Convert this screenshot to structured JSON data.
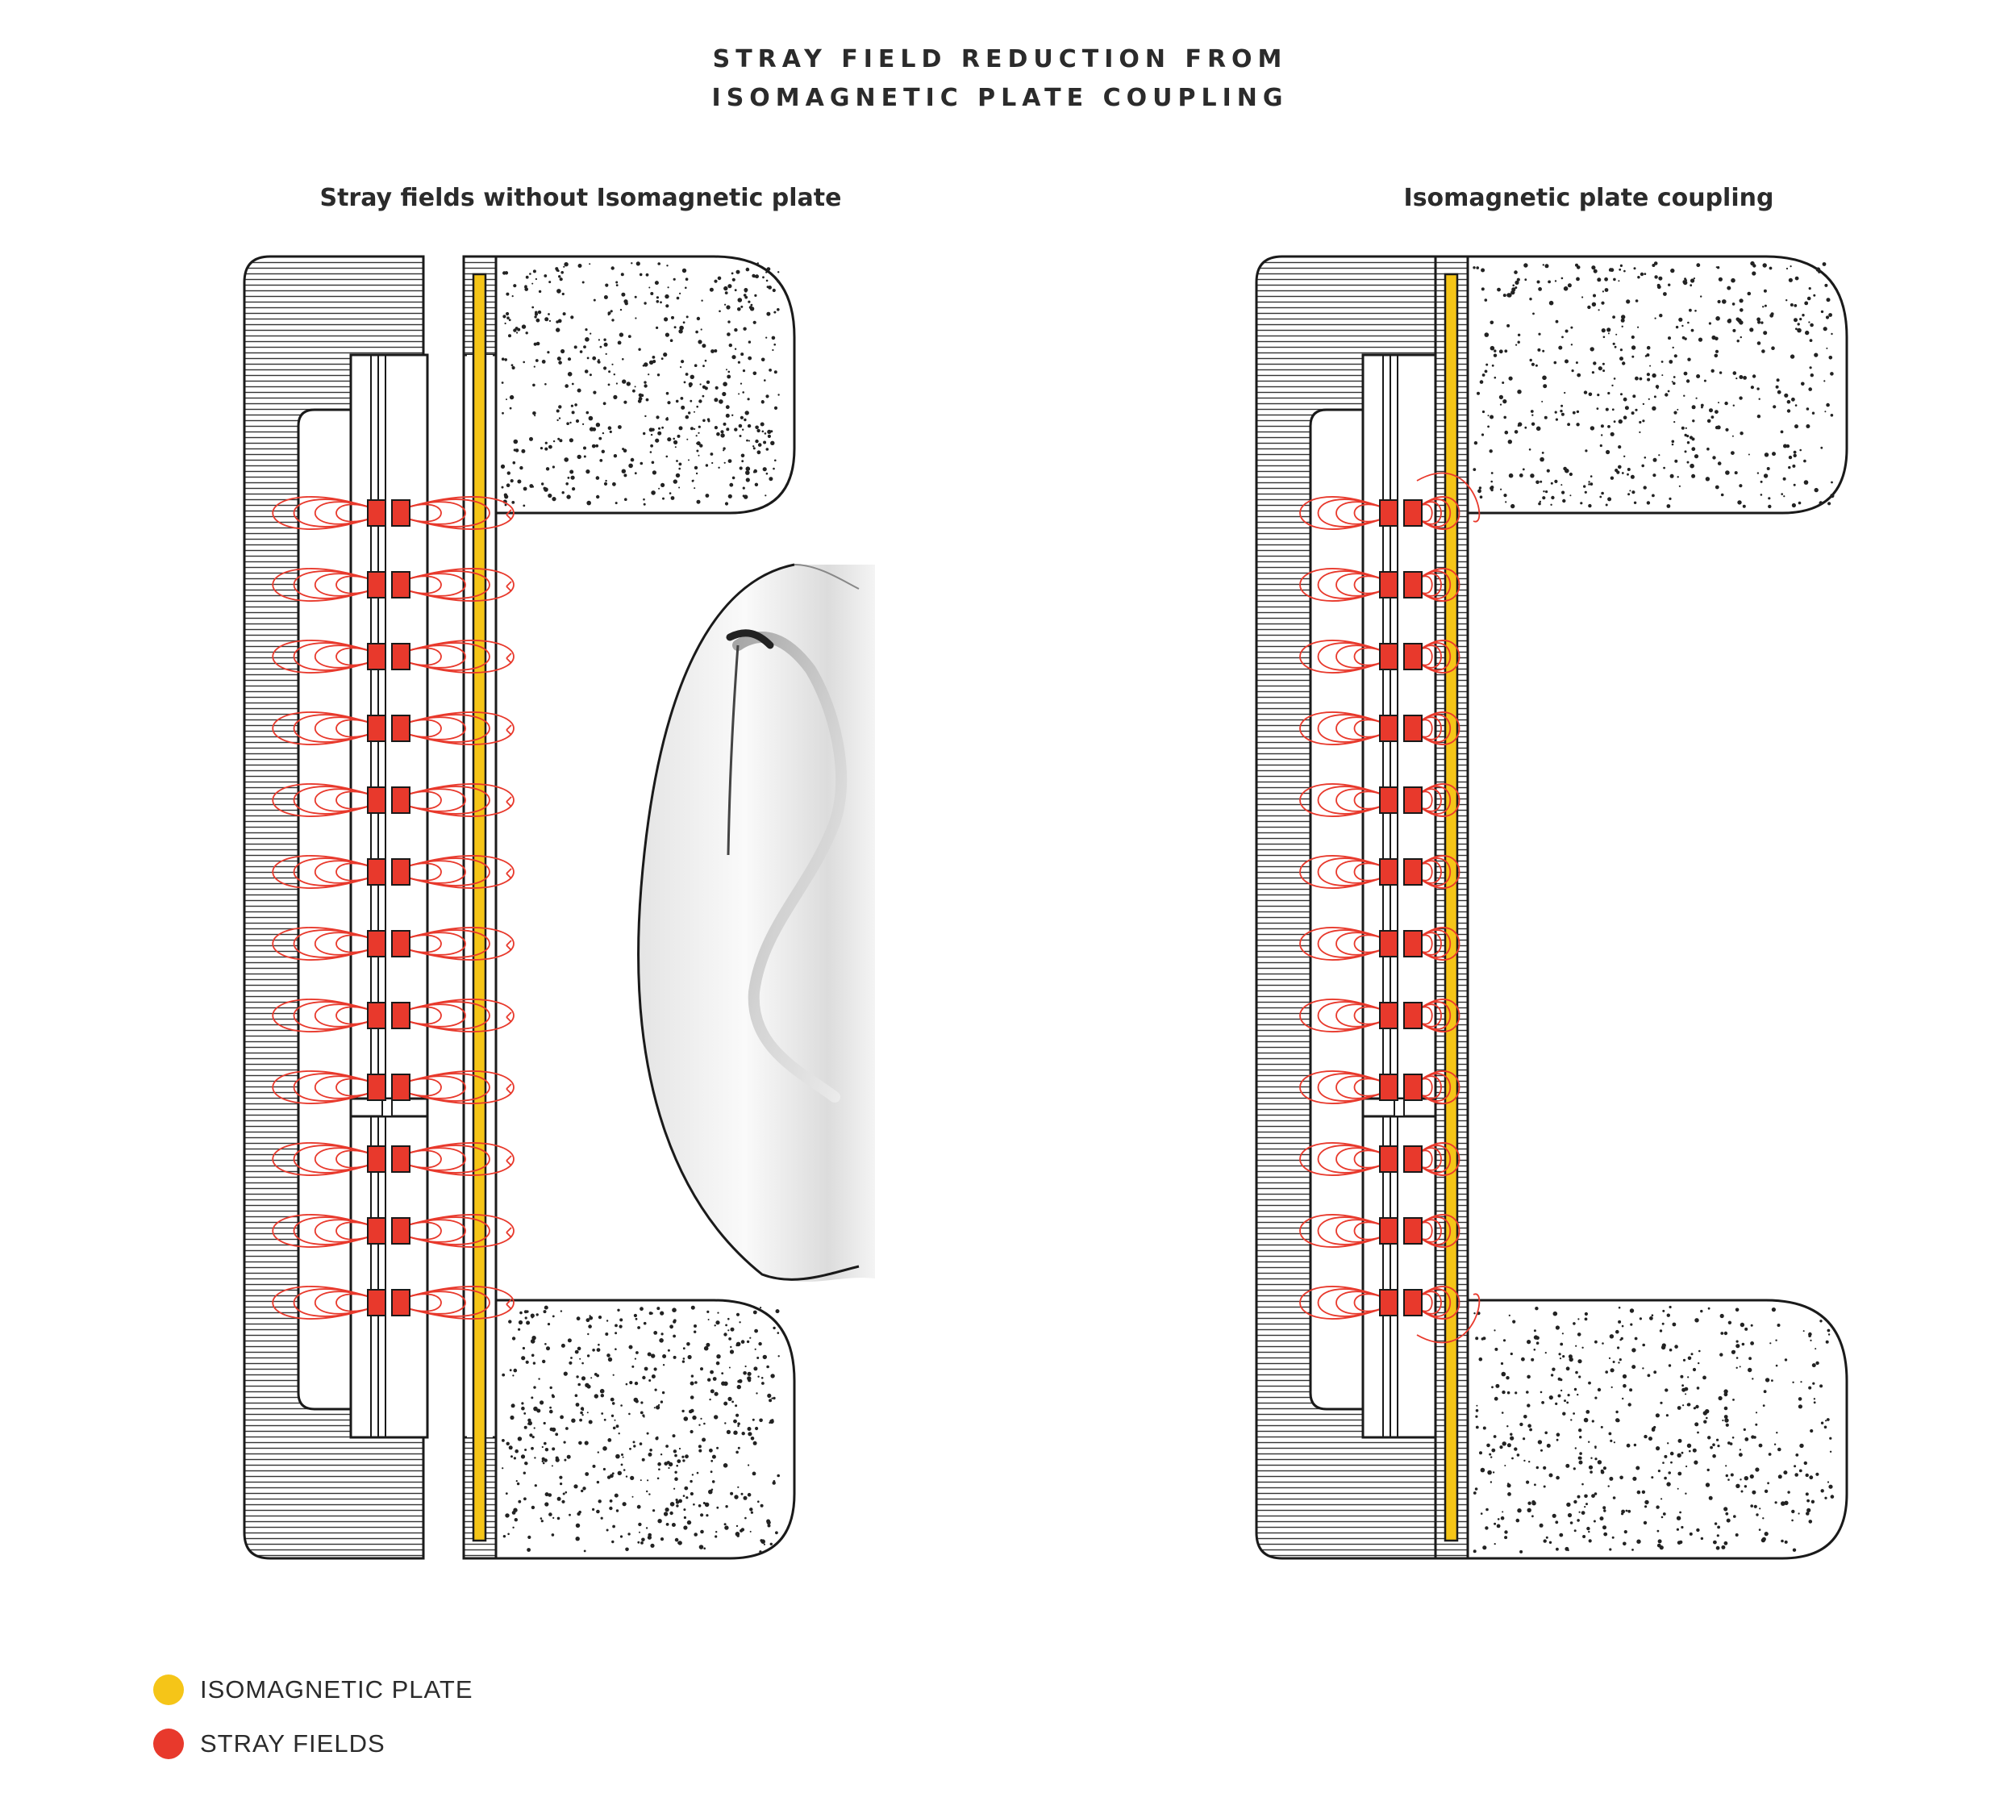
{
  "title_line1": "STRAY FIELD REDUCTION FROM",
  "title_line2": "ISOMAGNETIC PLATE COUPLING",
  "panels": [
    {
      "title": "Stray fields without Isomagnetic plate",
      "plate_coupled": false
    },
    {
      "title": "Isomagnetic plate coupling",
      "plate_coupled": true
    }
  ],
  "legend": [
    {
      "label": "ISOMAGNETIC PLATE",
      "color": "#f5c518"
    },
    {
      "label": "STRAY FIELDS",
      "color": "#e8392c"
    }
  ],
  "colors": {
    "outline": "#1a1a1a",
    "field_line": "#e8392c",
    "magnet": "#e8392c",
    "plate": "#f5c518",
    "foam_dot": "#222222"
  },
  "magnet_pairs": 12
}
